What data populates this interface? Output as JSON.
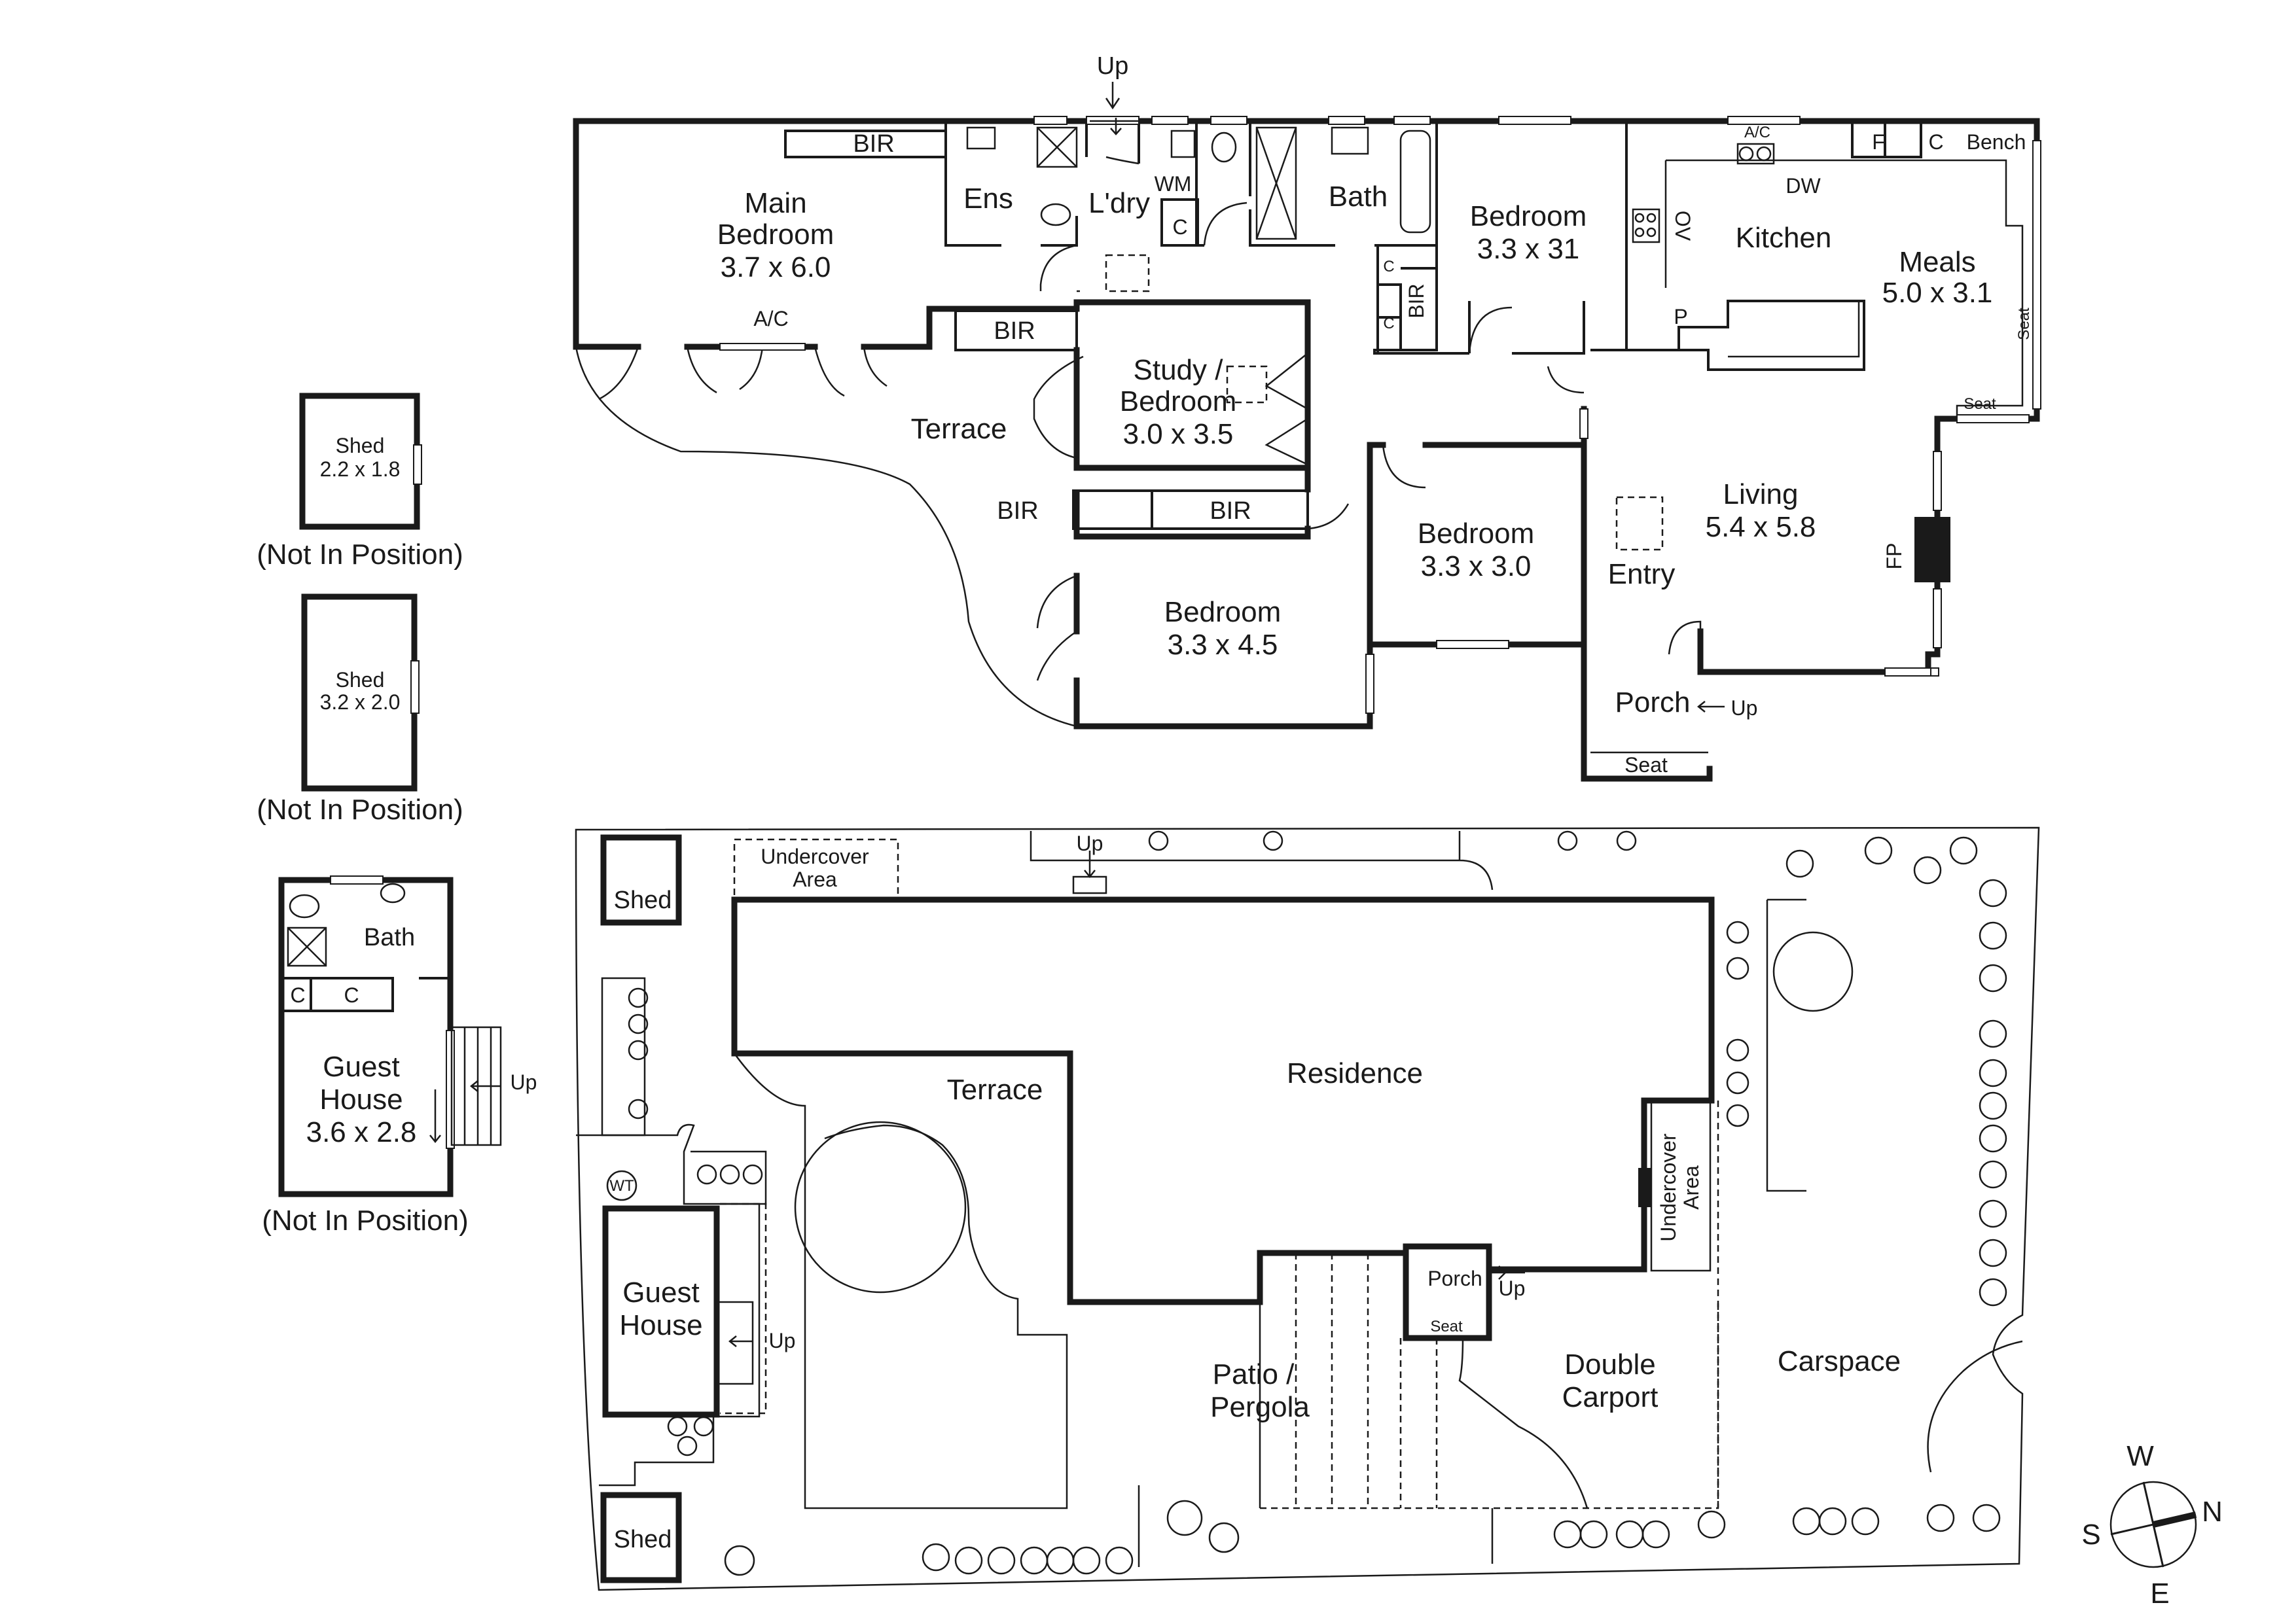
{
  "labels": {
    "up": "Up",
    "bir": "BIR",
    "ens": "Ens",
    "laundry": "L'dry",
    "wm": "WM",
    "c": "C",
    "bath": "Bath",
    "main_bedroom_name": "Main",
    "main_bedroom_name2": "Bedroom",
    "main_bedroom_size": "3.7 x 6.0",
    "ac": "A/C",
    "bedroom": "Bedroom",
    "bedroom_ne_size": "3.3 x 31",
    "kitchen": "Kitchen",
    "ov": "OV",
    "f": "F",
    "bench": "Bench",
    "dw": "DW",
    "p": "P",
    "meals": "Meals",
    "meals_size": "5.0 x 3.1",
    "seat": "Seat",
    "study": "Study /",
    "study_bedroom": "Bedroom",
    "study_size": "3.0 x 3.5",
    "terrace": "Terrace",
    "bedroom_mid_size": "3.3 x 3.0",
    "living": "Living",
    "living_size": "5.4 x 5.8",
    "entry": "Entry",
    "fp": "FP",
    "bedroom_sw_size": "3.3 x 4.5",
    "porch": "Porch",
    "shed": "Shed",
    "shed1_size": "2.2 x 1.8",
    "shed2_size": "3.2 x 2.0",
    "not_in_position": "(Not In Position)",
    "guest": "Guest",
    "house": "House",
    "guest_size": "3.6 x 2.8",
    "undercover": "Undercover",
    "area": "Area",
    "residence": "Residence",
    "wt": "WT",
    "patio": "Patio /",
    "pergola": "Pergola",
    "double": "Double",
    "carport": "Carport",
    "carspace": "Carspace",
    "compass_w": "W",
    "compass_n": "N",
    "compass_s": "S",
    "compass_e": "E"
  }
}
